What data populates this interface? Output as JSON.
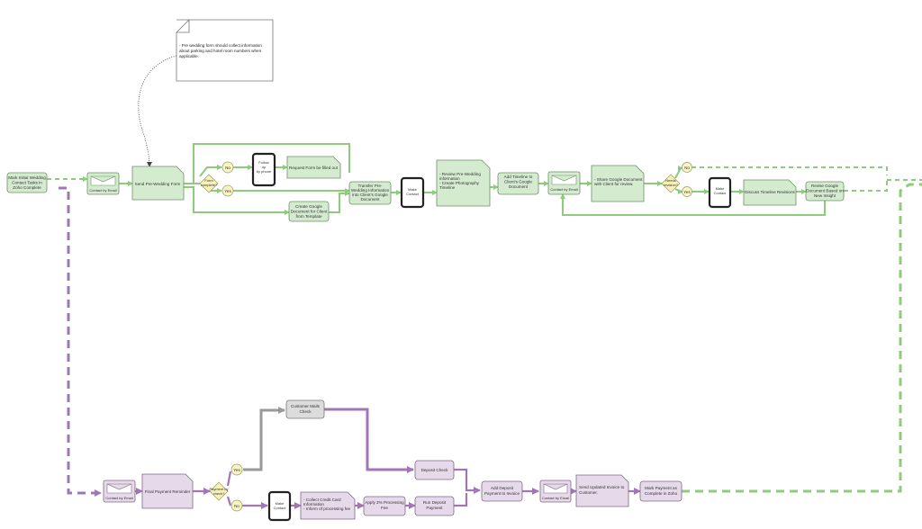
{
  "note": {
    "text": [
      "- Pre wedding form should collect information",
      "about parking and hotel room numbers when",
      "applicable."
    ]
  },
  "top_flow": {
    "start": [
      "Mark Initial Wedding",
      "Contact Tasks in",
      "Zoho Complete"
    ],
    "contact_email_1": "Contact by Email",
    "send_form": "Send Pre-Wedding Form",
    "gateway_1": [
      "Form",
      "complete?"
    ],
    "no_1": "No",
    "yes_1": "Yes",
    "follow_up_phone": [
      "Follow",
      "up",
      "by phone"
    ],
    "request_form": "Request Form be filled out",
    "create_doc": [
      "Create Google",
      "Document for Client",
      "from Template"
    ],
    "transfer_info": [
      "Transfer Pre-",
      "Wedding Information",
      "into Client's Google",
      "Document"
    ],
    "make_contact_1": [
      "Make",
      "Contact"
    ],
    "revise_info": [
      "- Review Pre-Wedding",
      "information",
      "- Create Photography",
      "Timeline"
    ],
    "add_timeline": [
      "Add Timeline to",
      "Client's Google",
      "Document"
    ],
    "contact_email_2": "Contact by Email",
    "share_doc": [
      "- Share Google Document",
      "with Client for review."
    ],
    "gateway_2": [
      "Needs",
      "revision?"
    ],
    "no_2": "No",
    "yes_2": "Yes",
    "make_contact_2": [
      "Make",
      "Contact"
    ],
    "discuss_revisions": "Discuss Timeline Revisions",
    "revise_doc": [
      "Revise Google",
      "Document Based on",
      "New Insight"
    ]
  },
  "bottom_flow": {
    "contact_email_3": "Contact by Email",
    "final_reminder": "Final Payment Reminder",
    "gateway_3": [
      "Payment by",
      "check?"
    ],
    "yes_3": "Yes",
    "no_3": "No",
    "customer_mails": [
      "Customer Mails",
      "Check"
    ],
    "deposit_check": "Deposit Check",
    "make_contact_3": [
      "Make",
      "Contact"
    ],
    "collect_card": [
      "- Collect Credit Card",
      "Information",
      "- Inform of processing fee"
    ],
    "apply_fee": [
      "Apply 3% Processing",
      "Fee"
    ],
    "run_deposit": [
      "Run Deposit",
      "Payment"
    ],
    "add_deposit": [
      "Add Deposit",
      "Payment to Invoice"
    ],
    "contact_email_4": "Contact by Email",
    "send_invoice": [
      "Send Updated Invoice to",
      "Customer."
    ],
    "mark_payment": [
      "Mark Payment as",
      "Complete in Zoho"
    ]
  },
  "colors": {
    "task_green": "#d5ebd0",
    "task_purple": "#e6d9ea",
    "task_gray": "#dcdcdc",
    "flow_green": "#8ccc7a",
    "flow_purple": "#a276b6",
    "flow_gray": "#999999",
    "gateway_yellow": "#f7f1b8"
  }
}
